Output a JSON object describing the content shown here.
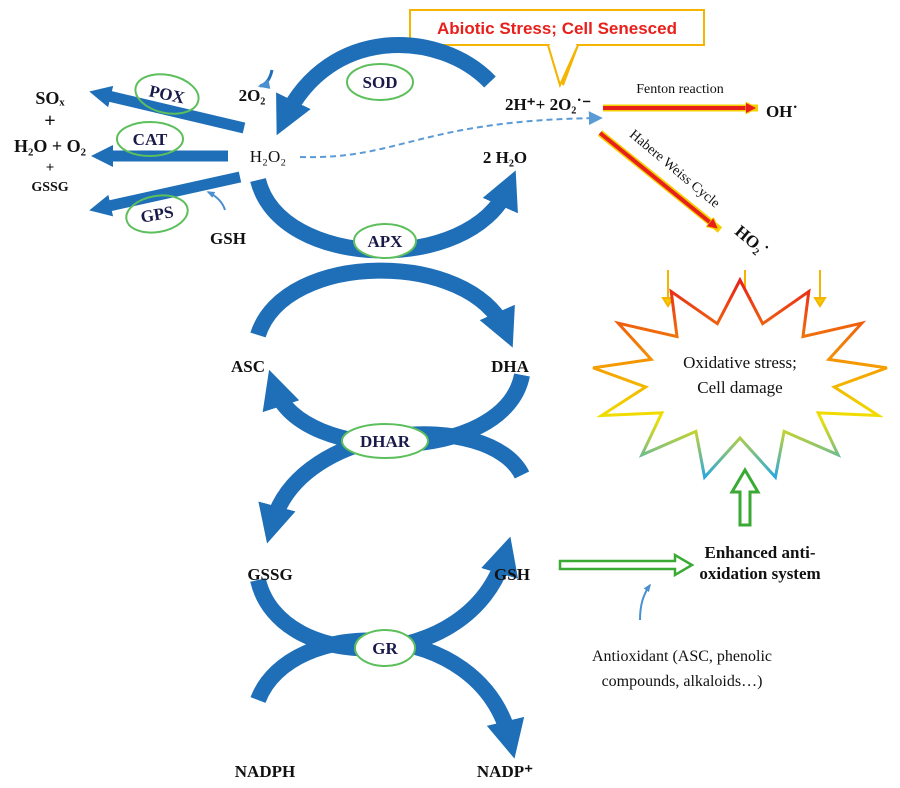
{
  "title_box": "Abiotic Stress; Cell Senesced",
  "enzymes": {
    "pox": "POX",
    "cat": "CAT",
    "gps": "GPS",
    "sod": "SOD",
    "apx": "APX",
    "dhar": "DHAR",
    "gr": "GR"
  },
  "products_left": {
    "sox": "SOₓ",
    "plus1": "+",
    "h2o_o2": "H₂O + O₂",
    "plus2": "+",
    "gssg": "GSSG"
  },
  "species": {
    "two_o2": "2O₂",
    "h2o2": "H₂O₂",
    "gsh_small": "GSH",
    "superoxide": "2H⁺+ 2O₂˙⁻",
    "two_h2o": "2 H₂O",
    "asc": "ASC",
    "dha": "DHA",
    "gssg": "GSSG",
    "gsh": "GSH",
    "nadph": "NADPH",
    "nadp": "NADP⁺",
    "oh": "OH˙",
    "ho2": "HO₂˙"
  },
  "reactions": {
    "fenton": "Fenton reaction",
    "haber_weiss": "Habere Weiss Cycle"
  },
  "damage": {
    "line1": "Oxidative stress;",
    "line2": "Cell damage"
  },
  "enhanced": {
    "line1": "Enhanced anti-",
    "line2": "oxidation system"
  },
  "antioxidant": {
    "line1": "Antioxidant (ASC, phenolic",
    "line2": "compounds, alkaloids…)"
  },
  "colors": {
    "blue": "#1f6fb8",
    "green": "#3aaa35",
    "red": "#e8201c",
    "yellow": "#f5b400",
    "navy": "#1a1a4a"
  }
}
